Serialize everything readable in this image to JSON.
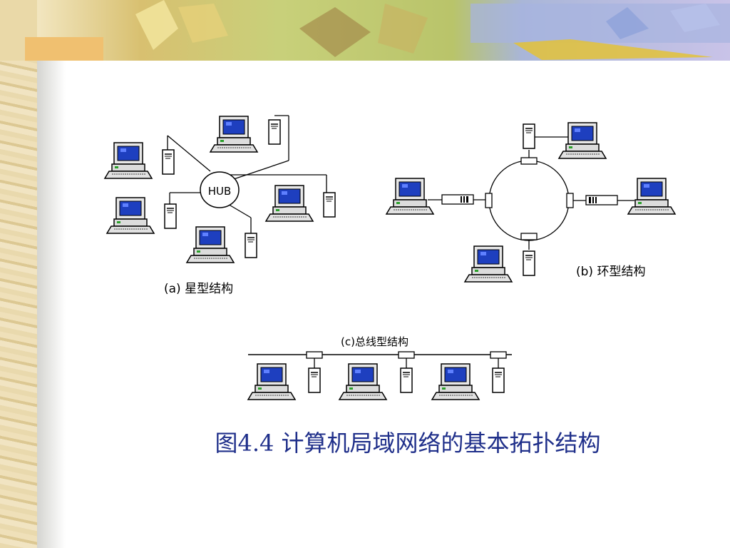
{
  "diagram": {
    "hub_label": "HUB",
    "star_label": "(a) 星型结构",
    "ring_label": "(b) 环型结构",
    "bus_label": "(c)总线型结构"
  },
  "caption": "图4.4  计算机局域网络的基本拓扑结构"
}
